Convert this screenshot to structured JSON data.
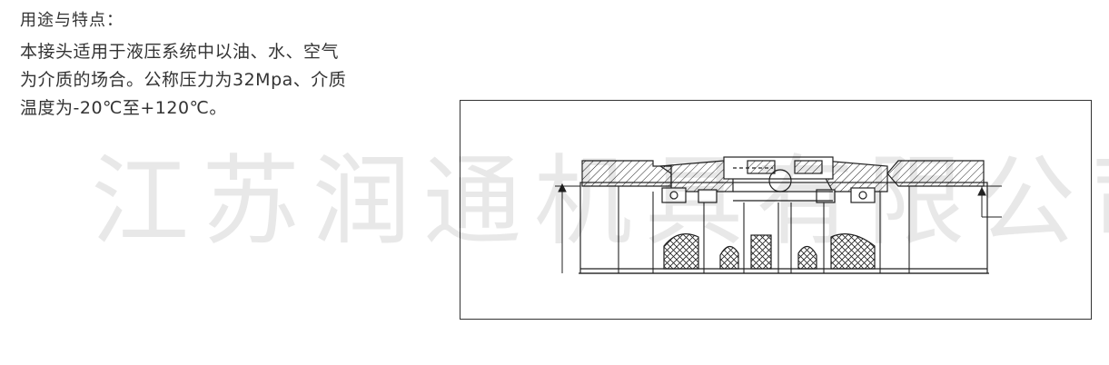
{
  "document": {
    "heading": "用途与特点：",
    "paragraph_lines": [
      "本接头适用于液压系统中以油、水、空气",
      "为介质的场合。公称压力为32Mpa、介质",
      "温度为-20℃至+120℃。"
    ]
  },
  "watermark": {
    "text": "江苏润通机具有限公司",
    "color": "#e6e6e6"
  },
  "drawing": {
    "subject": "quick-coupling-cross-section",
    "stroke_color": "#222222"
  }
}
